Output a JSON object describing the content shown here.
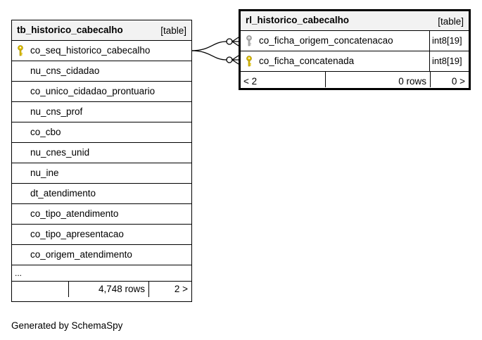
{
  "left_table": {
    "name": "tb_historico_cabecalho",
    "kind": "[table]",
    "columns": [
      {
        "name": "co_seq_historico_cabecalho",
        "key": "primary"
      },
      {
        "name": "nu_cns_cidadao",
        "key": ""
      },
      {
        "name": "co_unico_cidadao_prontuario",
        "key": ""
      },
      {
        "name": "nu_cns_prof",
        "key": ""
      },
      {
        "name": "co_cbo",
        "key": ""
      },
      {
        "name": "nu_cnes_unid",
        "key": ""
      },
      {
        "name": "nu_ine",
        "key": ""
      },
      {
        "name": "dt_atendimento",
        "key": ""
      },
      {
        "name": "co_tipo_atendimento",
        "key": ""
      },
      {
        "name": "co_tipo_apresentacao",
        "key": ""
      },
      {
        "name": "co_origem_atendimento",
        "key": ""
      }
    ],
    "ellipsis": "...",
    "footer": {
      "parents": "",
      "rows": "4,748 rows",
      "children": "2 >"
    }
  },
  "right_table": {
    "name": "rl_historico_cabecalho",
    "kind": "[table]",
    "columns": [
      {
        "name": "co_ficha_origem_concatenacao",
        "type": "int8[19]",
        "key": "foreign"
      },
      {
        "name": "co_ficha_concatenada",
        "type": "int8[19]",
        "key": "primary"
      }
    ],
    "footer": {
      "parents": "< 2",
      "rows": "0 rows",
      "children": "0 >"
    }
  },
  "icons": {
    "primary_key": "gold-key-icon",
    "foreign_key": "gray-key-icon"
  },
  "colors": {
    "header_bg": "#f2f2f2",
    "primary_key": "#e0c000",
    "foreign_key": "#a0a0a0"
  },
  "generated_by": "Generated by SchemaSpy"
}
